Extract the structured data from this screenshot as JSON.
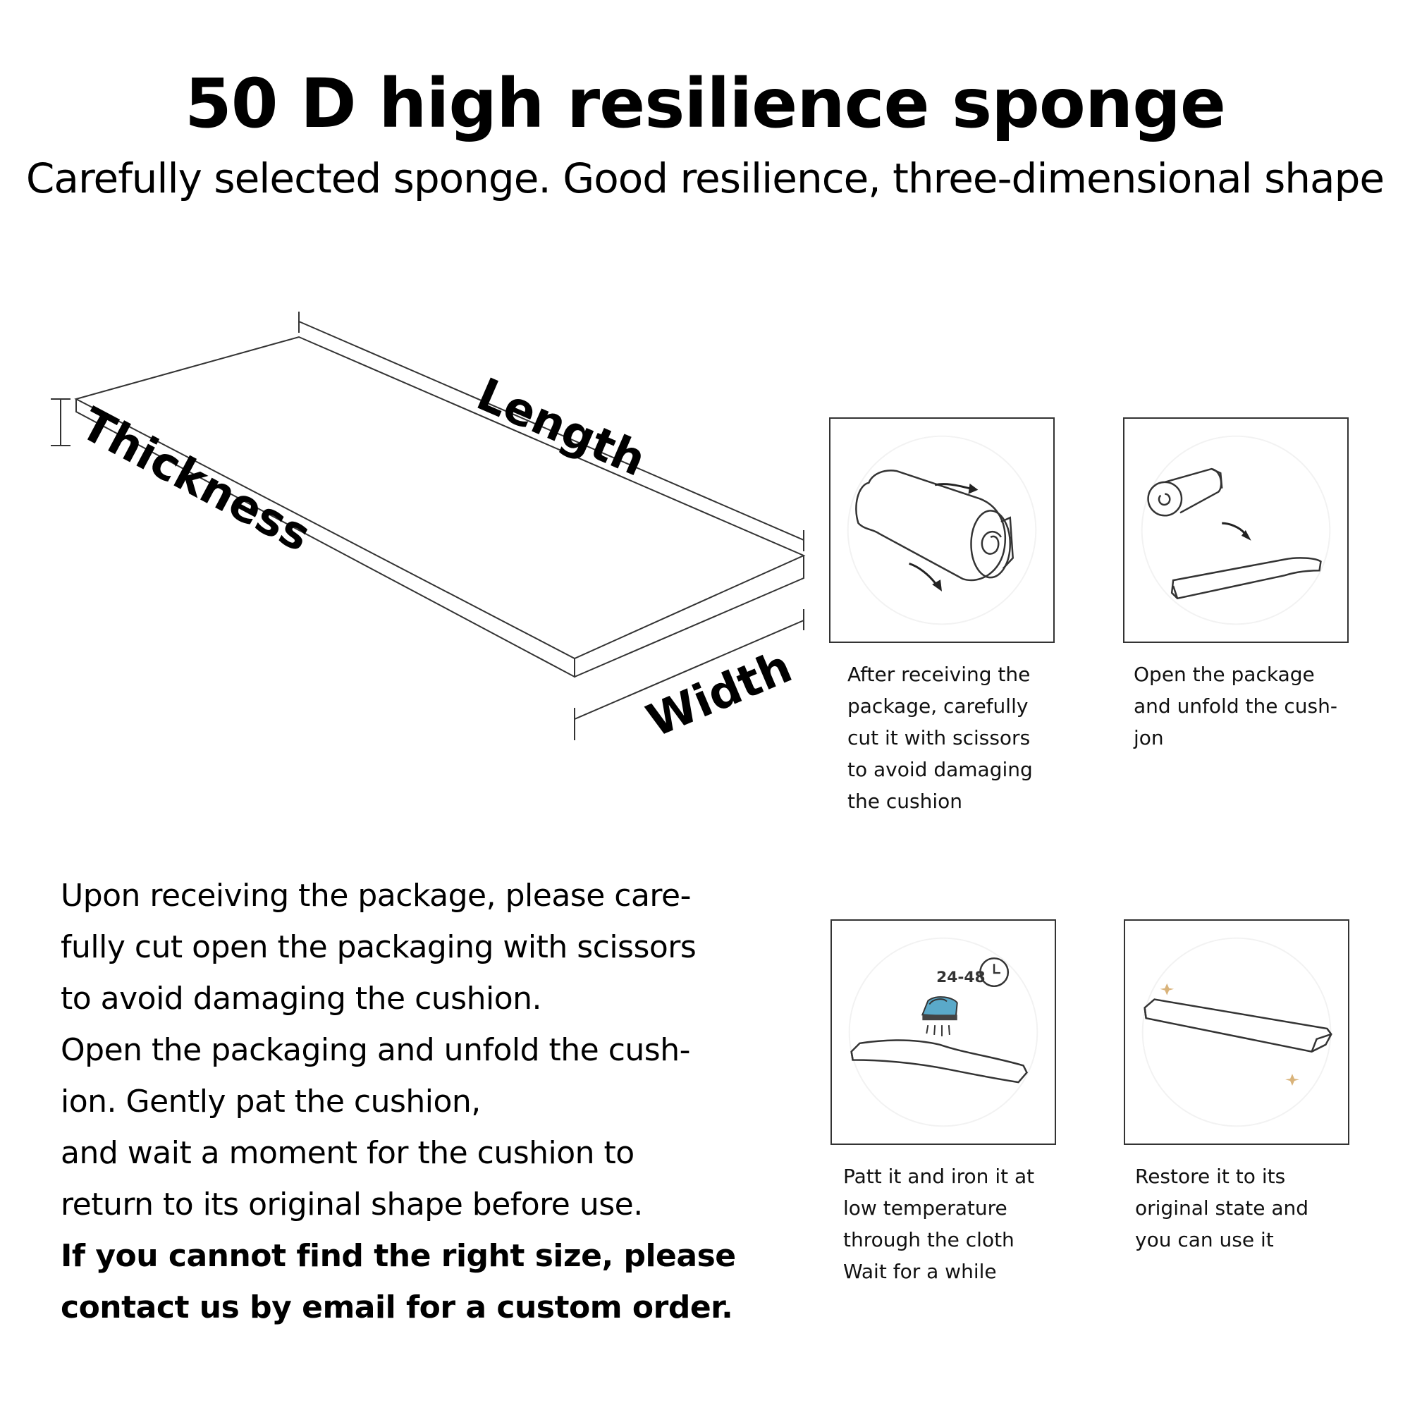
{
  "header": {
    "title": "50 D high resilience sponge",
    "subtitle": "Carefully selected sponge. Good resilience, three-dimensional shape"
  },
  "diagram": {
    "length_label": "Length",
    "thickness_label": "Thickness",
    "width_label": "Width"
  },
  "steps": [
    {
      "icon": "rolled-cushion-icon",
      "caption": "After receiving the\npackage, carefully\ncut it with scissors\nto avoid damaging\nthe cushion"
    },
    {
      "icon": "unfold-cushion-icon",
      "caption": "Open the package\nand unfold the cush-\njon"
    },
    {
      "icon": "iron-cushion-icon",
      "timer_text": "24-48",
      "caption": "Patt it and iron it at\nlow temperature\nthrough the cloth\nWait for a while"
    },
    {
      "icon": "restored-cushion-icon",
      "caption": "Restore it to its\noriginal state and\nyou can use it"
    }
  ],
  "instructions": {
    "paragraph1": "Upon receiving the package, please care-\nfully cut open the packaging with scissors\nto avoid damaging the cushion.",
    "paragraph2": "Open the packaging and unfold the cush-\nion. Gently pat the cushion,",
    "paragraph3": "and wait a moment for the cushion to\nreturn to its original shape before use.",
    "bold_note": "If you cannot find the right size, please\ncontact us by email for a custom order."
  }
}
